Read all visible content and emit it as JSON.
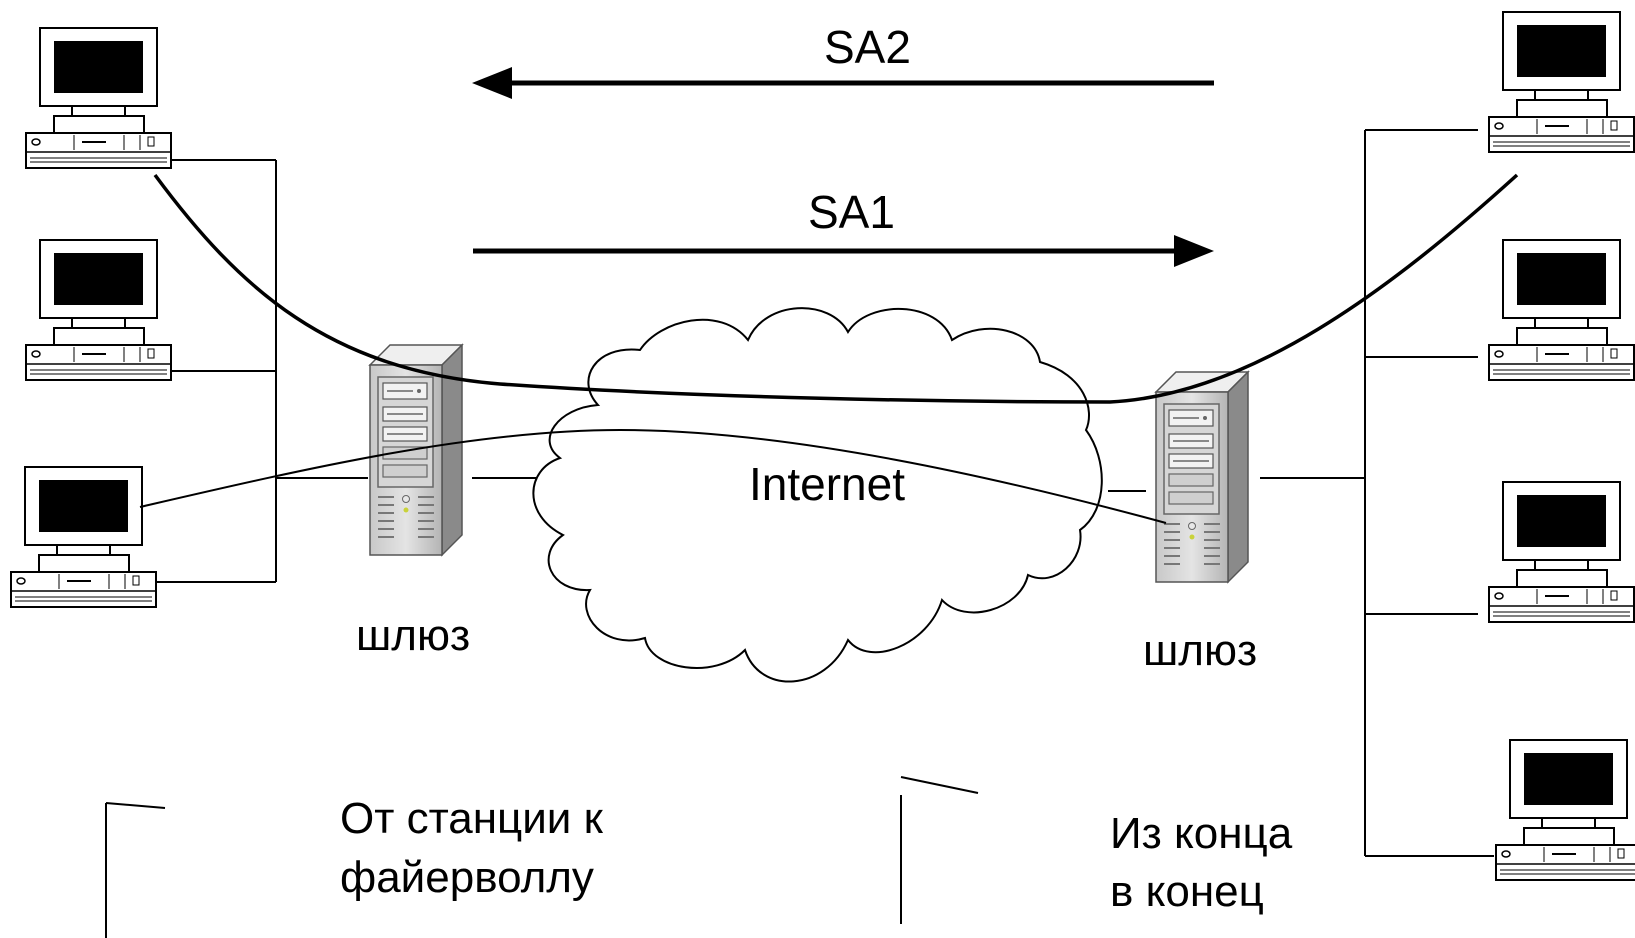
{
  "diagram": {
    "arrows": {
      "sa2_label": "SA2",
      "sa1_label": "SA1"
    },
    "cloud_label": "Internet",
    "gateways": {
      "left_label": "шлюз",
      "right_label": "шлюз"
    },
    "notes": {
      "left_line1": "От станции к",
      "left_line2": "файерволлу",
      "right_line1": "Из конца",
      "right_line2": "в конец"
    }
  }
}
